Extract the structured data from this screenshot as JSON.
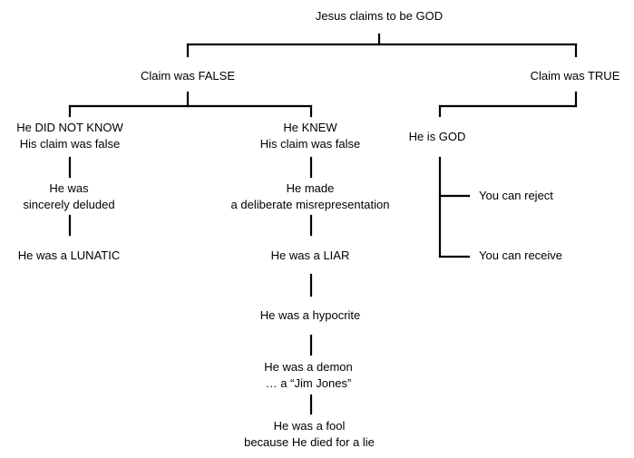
{
  "root": "Jesus claims to be GOD",
  "branch_false": "Claim was FALSE",
  "branch_true": "Claim was TRUE",
  "did_not_know": [
    "He DID NOT KNOW",
    "His claim was false"
  ],
  "knew": [
    "He KNEW",
    "His claim was false"
  ],
  "is_god": "He is GOD",
  "deluded": [
    "He was",
    "sincerely deluded"
  ],
  "lunatic": "He was a LUNATIC",
  "misrep": [
    "He made",
    "a deliberate misrepresentation"
  ],
  "liar": "He was a LIAR",
  "hypocrite": "He was a hypocrite",
  "demon": [
    "He was a demon",
    "… a “Jim Jones”"
  ],
  "fool": [
    "He was a fool",
    "because He died for a lie"
  ],
  "reject": "You can reject",
  "receive": "You can receive"
}
